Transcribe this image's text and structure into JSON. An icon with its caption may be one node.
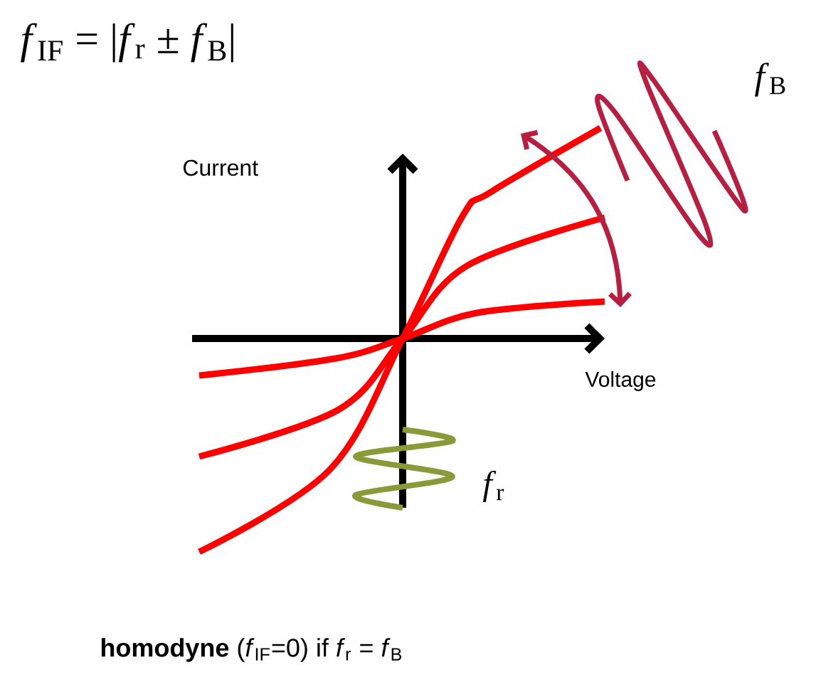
{
  "diagram": {
    "title": "*f*$_{IF}$ = |*f*$_{r}$ ± *f*$_{B}$|",
    "caption": "**homodyne** (*f*$_{IF}$=0) if *f*$_{r}$ = *f*$_{B}$",
    "labels": [
      "*f*$_{B}$",
      "Current",
      "Voltage",
      "*f*$_{r}$"
    ]
  }
}
